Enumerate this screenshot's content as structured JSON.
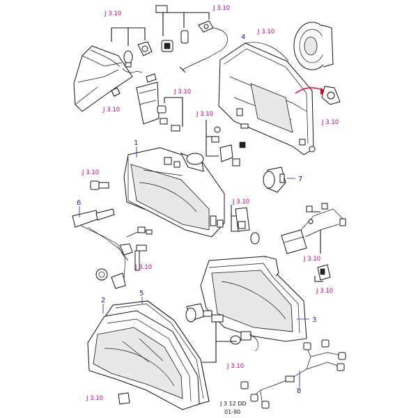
{
  "diagram": {
    "ref_labels": [
      {
        "id": "ref-top-center",
        "text": "J 3.10"
      },
      {
        "id": "ref-top-left",
        "text": "J 3.10"
      },
      {
        "id": "ref-top-right",
        "text": "J 3.10"
      },
      {
        "id": "ref-upper-middle",
        "text": "J 3.10"
      },
      {
        "id": "ref-left-middle",
        "text": "J 3.10"
      },
      {
        "id": "ref-right-red-ring",
        "text": "J 3.10"
      },
      {
        "id": "ref-center-screws",
        "text": "J 3.10"
      },
      {
        "id": "ref-left-bolt",
        "text": "J 3.10"
      },
      {
        "id": "ref-center-bulb",
        "text": "J 3.10"
      },
      {
        "id": "ref-right-connector",
        "text": "J 3.10"
      },
      {
        "id": "ref-left-pin",
        "text": "J 3.10"
      },
      {
        "id": "ref-right-socket",
        "text": "J 3.10"
      },
      {
        "id": "ref-bottom-bulb",
        "text": "J 3.10"
      },
      {
        "id": "ref-bottom-left",
        "text": "J 3.10"
      }
    ],
    "part_numbers": {
      "p1": "1",
      "p2": "2",
      "p3": "3",
      "p4": "4",
      "p5": "5",
      "p6": "6",
      "p7": "7",
      "p8": "8"
    },
    "stamp": {
      "code": "J 3 12 DD",
      "date": "01-90"
    },
    "colors": {
      "ref_label": "#c0007a",
      "part_number": "#1a1aa0",
      "arrow": "#e0002a",
      "line": "#111111"
    }
  }
}
